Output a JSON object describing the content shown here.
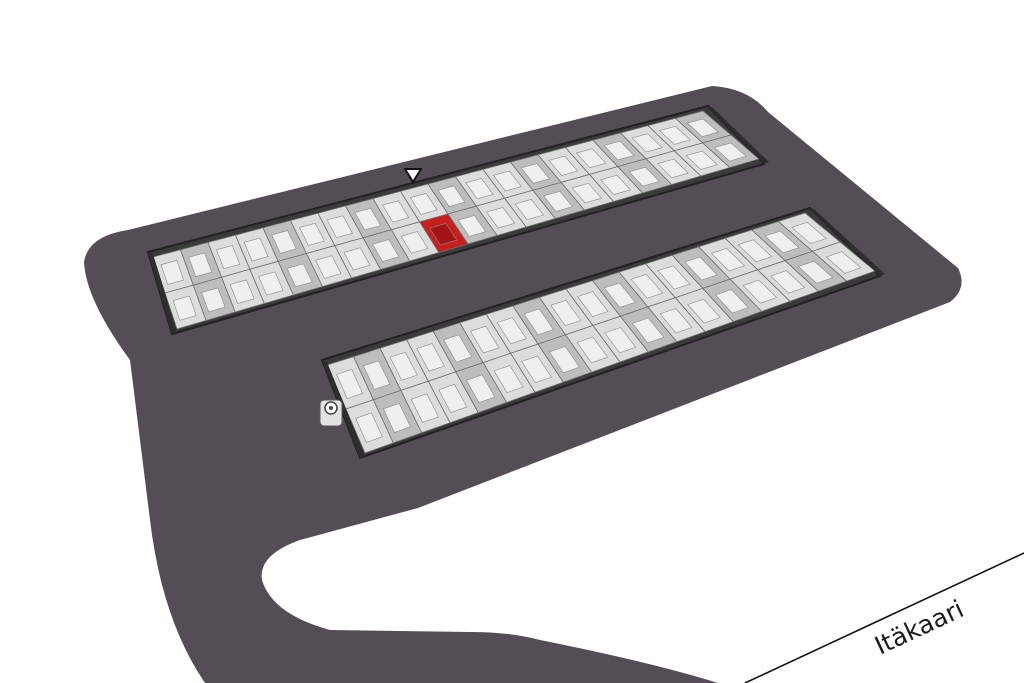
{
  "map": {
    "street_name": "Itäkaari",
    "colors": {
      "background": "#ffffff",
      "lot_asphalt": "#554d56",
      "building_dark": "#3b3b3b",
      "roof_light": "#dcdcdc",
      "roof_mid": "#bdbdbd",
      "highlight_unit": "#c81e1e",
      "street_line": "#111111"
    },
    "icons": {
      "location_marker": "down-triangle-marker-icon",
      "entrance_marker": "entrance-icon"
    },
    "buildings": [
      {
        "name": "north-row-building",
        "units_per_side": 20
      },
      {
        "name": "south-row-building",
        "units_per_side": 18
      }
    ],
    "highlighted_unit": {
      "building": "north-row-building",
      "side": "front",
      "index": 9
    }
  }
}
